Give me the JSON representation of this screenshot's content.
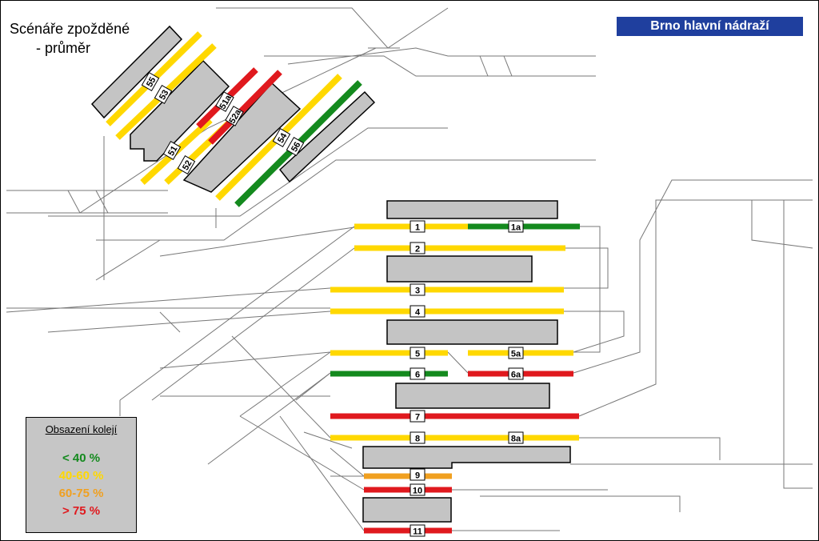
{
  "scenario": {
    "line1": "Scénáře zpožděné",
    "line2": "- průměr"
  },
  "station_name": "Brno hlavní nádraží",
  "legend": {
    "title": "Obsazení kolejí",
    "items": [
      {
        "label": "< 40 %",
        "color": "#148a1e"
      },
      {
        "label": "40-60 %",
        "color": "#ffd800"
      },
      {
        "label": "60-75 %",
        "color": "#f0a020"
      },
      {
        "label": "> 75 %",
        "color": "#e0191e"
      }
    ]
  },
  "occupancy_colors": {
    "low": "#148a1e",
    "mid": "#ffd800",
    "high": "#f0a020",
    "over": "#e0191e"
  },
  "tracks": [
    {
      "label": "1",
      "occupancy": "40-60 %"
    },
    {
      "label": "1a",
      "occupancy": "< 40 %"
    },
    {
      "label": "2",
      "occupancy": "40-60 %"
    },
    {
      "label": "3",
      "occupancy": "40-60 %"
    },
    {
      "label": "4",
      "occupancy": "40-60 %"
    },
    {
      "label": "5",
      "occupancy": "40-60 %"
    },
    {
      "label": "5a",
      "occupancy": "40-60 %"
    },
    {
      "label": "6",
      "occupancy": "< 40 %"
    },
    {
      "label": "6a",
      "occupancy": "> 75 %"
    },
    {
      "label": "7",
      "occupancy": "> 75 %"
    },
    {
      "label": "8",
      "occupancy": "40-60 %"
    },
    {
      "label": "8a",
      "occupancy": "40-60 %"
    },
    {
      "label": "9",
      "occupancy": "60-75 %"
    },
    {
      "label": "10",
      "occupancy": "> 75 %"
    },
    {
      "label": "11",
      "occupancy": "> 75 %"
    },
    {
      "label": "51",
      "occupancy": "40-60 %"
    },
    {
      "label": "51a",
      "occupancy": "> 75 %"
    },
    {
      "label": "52",
      "occupancy": "40-60 %"
    },
    {
      "label": "52a",
      "occupancy": "> 75 %"
    },
    {
      "label": "53",
      "occupancy": "40-60 %"
    },
    {
      "label": "54",
      "occupancy": "40-60 %"
    },
    {
      "label": "55",
      "occupancy": "40-60 %"
    },
    {
      "label": "56",
      "occupancy": "< 40 %"
    }
  ]
}
